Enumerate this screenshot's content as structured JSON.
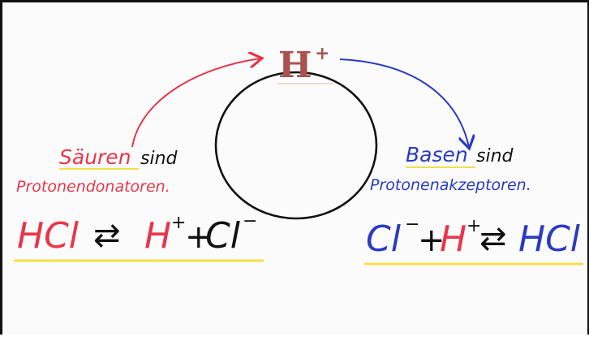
{
  "center_ion": {
    "symbol": "H",
    "charge": "+"
  },
  "acids": {
    "title_word": "Säuren",
    "title_rest": " sind",
    "subtitle": "Protonendonatoren.",
    "equation": {
      "left": "HCl",
      "arrow": "⇄",
      "product": "H",
      "product_charge": "+",
      "plus": "+",
      "anion": "Cl",
      "anion_charge": "−"
    }
  },
  "bases": {
    "title_word": "Basen",
    "title_rest": " sind",
    "subtitle": "Protonenakzeptoren.",
    "equation": {
      "anion": "Cl",
      "anion_charge": "−",
      "plus": "+",
      "proton": "H",
      "proton_charge": "+",
      "arrow": "⇄",
      "product": "HCl"
    }
  },
  "colors": {
    "acid": "#e8364a",
    "base": "#2a3bc0",
    "ink": "#111111",
    "ion": "#a8524f",
    "highlight": "#f0e04a"
  }
}
